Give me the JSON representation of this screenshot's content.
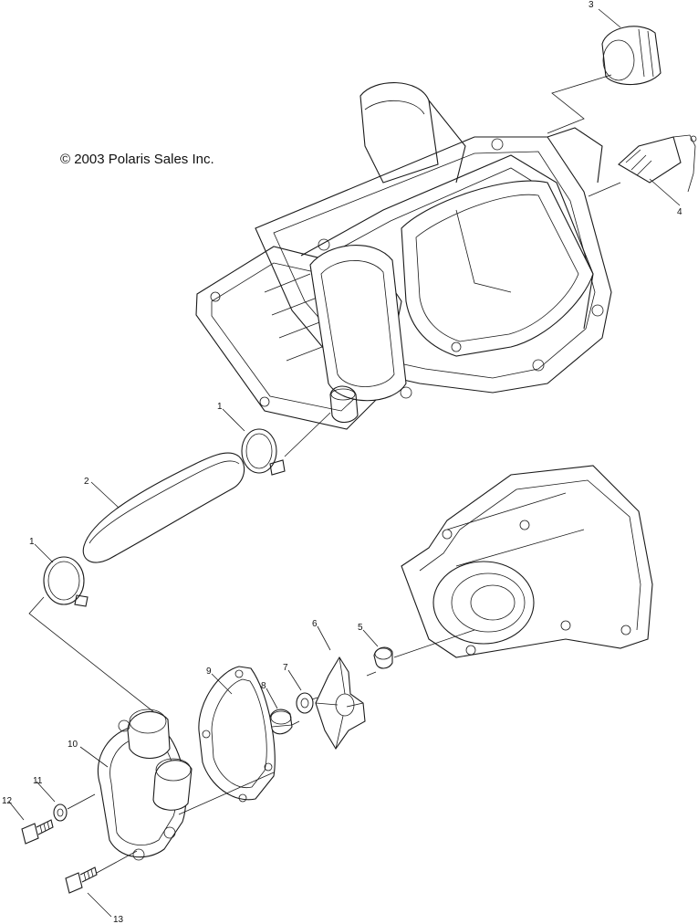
{
  "copyright": "© 2003 Polaris Sales Inc.",
  "callouts": [
    {
      "id": "c3",
      "label": "3"
    },
    {
      "id": "c4",
      "label": "4"
    },
    {
      "id": "c1a",
      "label": "1"
    },
    {
      "id": "c2",
      "label": "2"
    },
    {
      "id": "c1b",
      "label": "1"
    },
    {
      "id": "c6",
      "label": "6"
    },
    {
      "id": "c5",
      "label": "5"
    },
    {
      "id": "c9",
      "label": "9"
    },
    {
      "id": "c8",
      "label": "8"
    },
    {
      "id": "c7",
      "label": "7"
    },
    {
      "id": "c10",
      "label": "10"
    },
    {
      "id": "c11",
      "label": "11"
    },
    {
      "id": "c12",
      "label": "12"
    },
    {
      "id": "c13",
      "label": "13"
    }
  ]
}
